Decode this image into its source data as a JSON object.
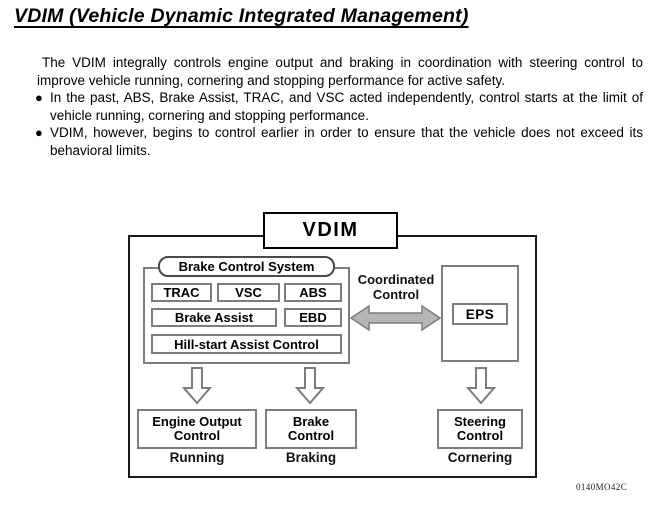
{
  "document": {
    "title": "VDIM (Vehicle Dynamic Integrated Management)",
    "intro": "The VDIM integrally controls engine output and braking in coordination with steering control to improve vehicle running, cornering and stopping performance for active safety.",
    "bullet_marker": "●",
    "bullets": [
      "In the past, ABS, Brake Assist, TRAC, and VSC acted independently, control starts at the limit of vehicle running, cornering and stopping performance.",
      "VDIM, however, begins to control earlier in order to ensure that the vehicle does not exceed its behavioral limits."
    ],
    "figure_code": "0140MO42C"
  },
  "diagram": {
    "main_title": "VDIM",
    "brake_group_label": "Brake Control System",
    "subsystems_row1": [
      "TRAC",
      "VSC",
      "ABS"
    ],
    "subsystems_row2": [
      "Brake Assist",
      "EBD"
    ],
    "subsystems_row3": [
      "Hill-start Assist Control"
    ],
    "coordinated_control_label": "Coordinated\nControl",
    "eps_label": "EPS",
    "outputs": [
      {
        "box_label": "Engine Output\nControl",
        "category": "Running"
      },
      {
        "box_label": "Brake\nControl",
        "category": "Braking"
      },
      {
        "box_label": "Steering\nControl",
        "category": "Cornering"
      }
    ],
    "colors": {
      "frame_border": "#1a1a1a",
      "box_border_gray": "#7d7d7d",
      "arrow_fill": "#b5b5b5",
      "arrow_stroke": "#7c7c7c"
    }
  }
}
